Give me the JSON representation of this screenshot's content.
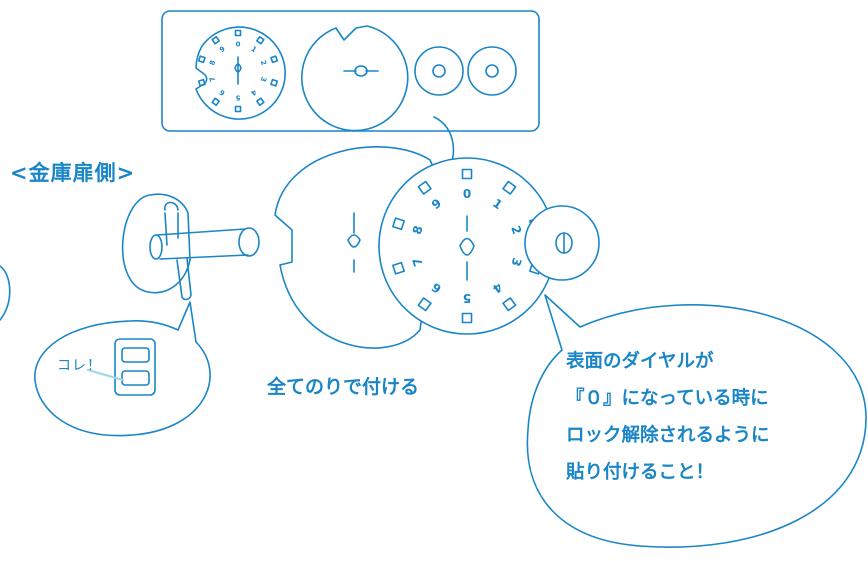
{
  "colors": {
    "stroke": "#1a86c7",
    "background": "#ffffff",
    "text": "#1a86c7",
    "accent_line": "#9fd8e6"
  },
  "labels": {
    "door_side": "<金庫扉側>",
    "glue_all": "全てのりで付ける",
    "kore": "コレ！",
    "note_lines": [
      "表面のダイヤルが",
      "『０』になっている時に",
      "ロック解除されるように",
      "貼り付けること！"
    ]
  },
  "dial": {
    "digits": [
      "0",
      "1",
      "2",
      "3",
      "4",
      "5",
      "6",
      "7",
      "8",
      "9"
    ]
  },
  "icons": [
    "arrow-icon",
    "knob-icon",
    "latch-icon",
    "dial-icon",
    "gear-icon"
  ]
}
